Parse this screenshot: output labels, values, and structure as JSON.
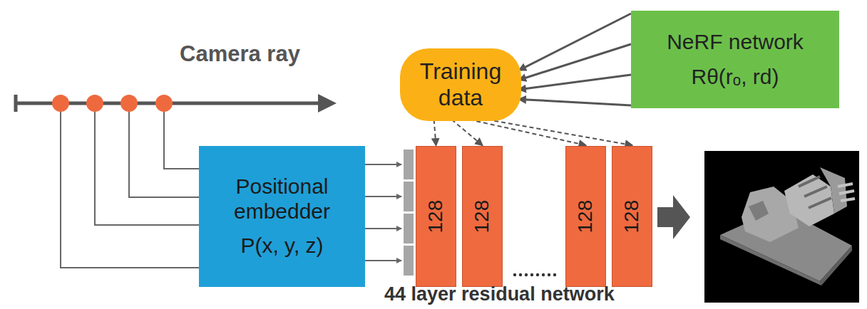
{
  "diagram": {
    "nodes": [
      {
        "text": [
          "Training data"
        ]
      },
      {
        "text": [
          "NeRF network",
          "Rθ(rₒ, rd)"
        ]
      },
      {
        "text": [
          "Positional embedder",
          "P(x, y, z)"
        ]
      },
      {
        "text": [
          "128"
        ]
      },
      {
        "text": [
          "128"
        ]
      },
      {
        "text": [
          "128"
        ]
      },
      {
        "text": [
          "128"
        ]
      }
    ],
    "edges": [
      {
        "from": 1,
        "to": 0,
        "arrow": "to"
      },
      {
        "from": 1,
        "to": 0,
        "arrow": "to"
      },
      {
        "from": 1,
        "to": 0,
        "arrow": "to"
      },
      {
        "from": 1,
        "to": 0,
        "arrow": "to"
      },
      {
        "from": 0,
        "to": 3,
        "arrow": "to"
      },
      {
        "from": 0,
        "to": 4,
        "arrow": "to"
      },
      {
        "from": 0,
        "to": 5,
        "arrow": "to"
      },
      {
        "from": 0,
        "to": 6,
        "arrow": "to"
      }
    ],
    "labels": [
      "Camera ray",
      "44 layer residual network"
    ]
  }
}
